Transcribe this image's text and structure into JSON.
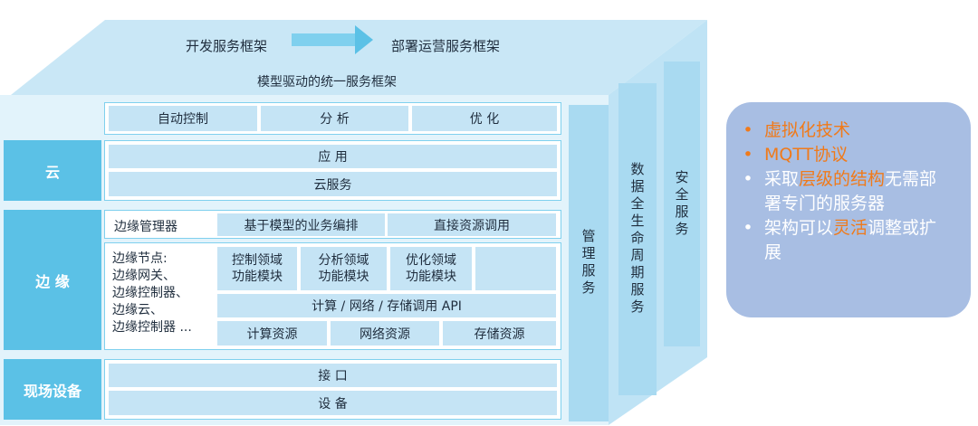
{
  "top": {
    "dev_framework": "开发服务框架",
    "ops_framework": "部署运营服务框架",
    "unified": "模型驱动的统一服务框架"
  },
  "layers": {
    "cloud": "云",
    "edge": "边 缘",
    "field": "现场设备"
  },
  "control_row": [
    "自动控制",
    "分 析",
    "优 化"
  ],
  "cloud_rows": [
    "应 用",
    "云服务"
  ],
  "edge_mgmt": {
    "manager": "边缘管理器",
    "orchestration": "基于模型的业务编排",
    "resource_call": "直接资源调用"
  },
  "edge_node": {
    "lines": [
      "边缘节点:",
      "边缘网关、",
      "边缘控制器、",
      "边缘云、",
      "边缘控制器 ..."
    ],
    "domains": [
      [
        "控制领域",
        "功能模块"
      ],
      [
        "分析领域",
        "功能模块"
      ],
      [
        "优化领域",
        "功能模块"
      ]
    ],
    "api": "计算 / 网络 / 存储调用 API",
    "resources": [
      "计算资源",
      "网络资源",
      "存储资源"
    ]
  },
  "field_rows": [
    "接 口",
    "设 备"
  ],
  "side_services": [
    "管理服务",
    "数据全生命周期服务",
    "安全服务"
  ],
  "callout": {
    "items": [
      {
        "orange": "虚拟化技术",
        "rest": "",
        "marker": "orange"
      },
      {
        "orange": "MQTT协议",
        "rest": "",
        "marker": "orange"
      },
      {
        "pre": "采取",
        "orange": "层级的结构",
        "rest": "无需部署专门的服务器",
        "marker": "white"
      },
      {
        "pre": "架构可以",
        "orange": "灵活",
        "rest": "调整或扩展",
        "marker": "white"
      }
    ]
  },
  "colors": {
    "label_blue": "#5bc1e6",
    "cell_blue": "#c5e4f5",
    "callout_bg": "#a8bee3",
    "orange": "#f07a1a"
  }
}
